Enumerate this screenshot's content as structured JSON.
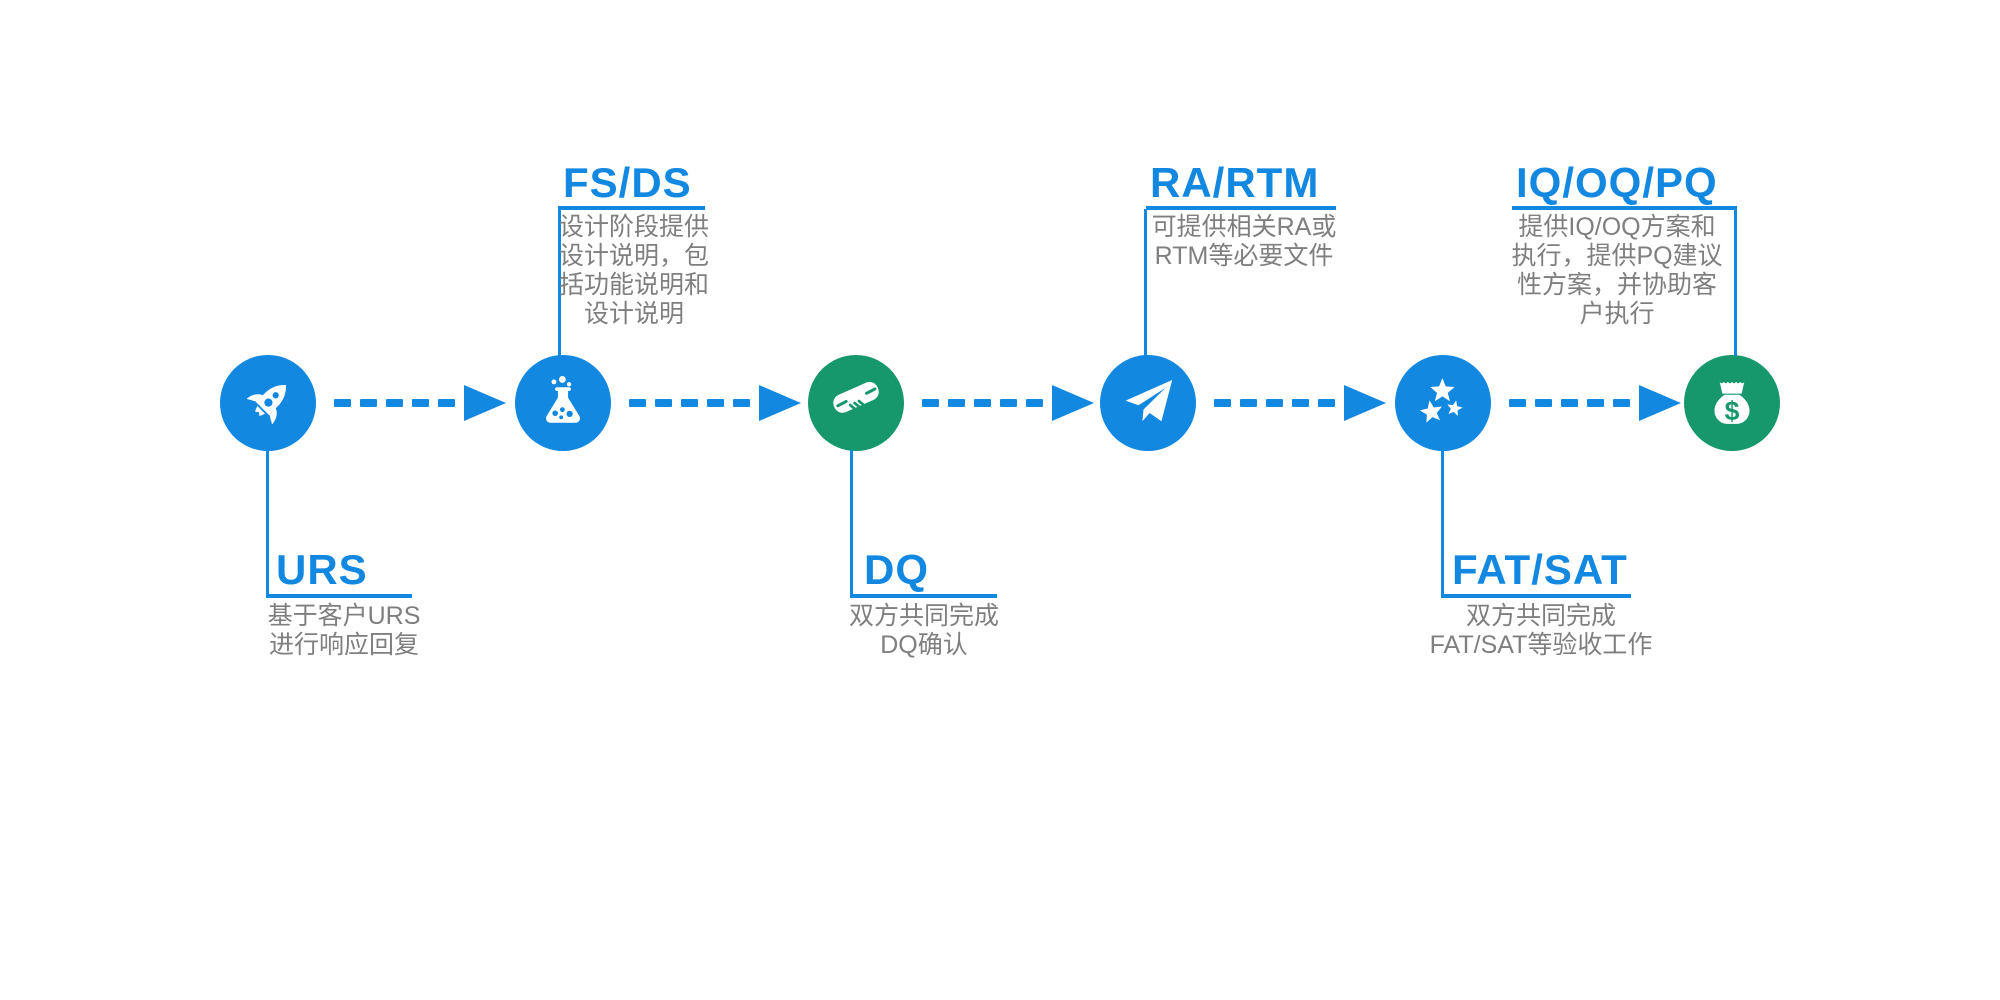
{
  "diagram": {
    "name": "validation-process-flow",
    "colors": {
      "blue": "#1288E1",
      "green": "#17986C",
      "text_gray": "#7F7F7F"
    },
    "milestones": [
      {
        "title": "URS",
        "label_position": "below",
        "icon": "rocket-icon",
        "circle_color": "#1288E1",
        "desc": "基于客户URS\n进行响应回复"
      },
      {
        "title": "FS/DS",
        "label_position": "above",
        "icon": "flask-icon",
        "circle_color": "#1288E1",
        "desc": "设计阶段提供\n设计说明，包\n括功能说明和\n设计说明"
      },
      {
        "title": "DQ",
        "label_position": "below",
        "icon": "handshake-icon",
        "circle_color": "#17986C",
        "desc": "双方共同完成\nDQ确认"
      },
      {
        "title": "RA/RTM",
        "label_position": "above",
        "icon": "paper-plane-icon",
        "circle_color": "#1288E1",
        "desc": "可提供相关RA或\nRTM等必要文件"
      },
      {
        "title": "FAT/SAT",
        "label_position": "below",
        "icon": "stars-icon",
        "circle_color": "#1288E1",
        "desc": "双方共同完成\nFAT/SAT等验收工作"
      },
      {
        "title": "IQ/OQ/PQ",
        "label_position": "above",
        "icon": "money-bag-icon",
        "circle_color": "#17986C",
        "desc": "提供IQ/OQ方案和\n执行，提供PQ建议\n性方案，并协助客\n户执行"
      }
    ]
  }
}
